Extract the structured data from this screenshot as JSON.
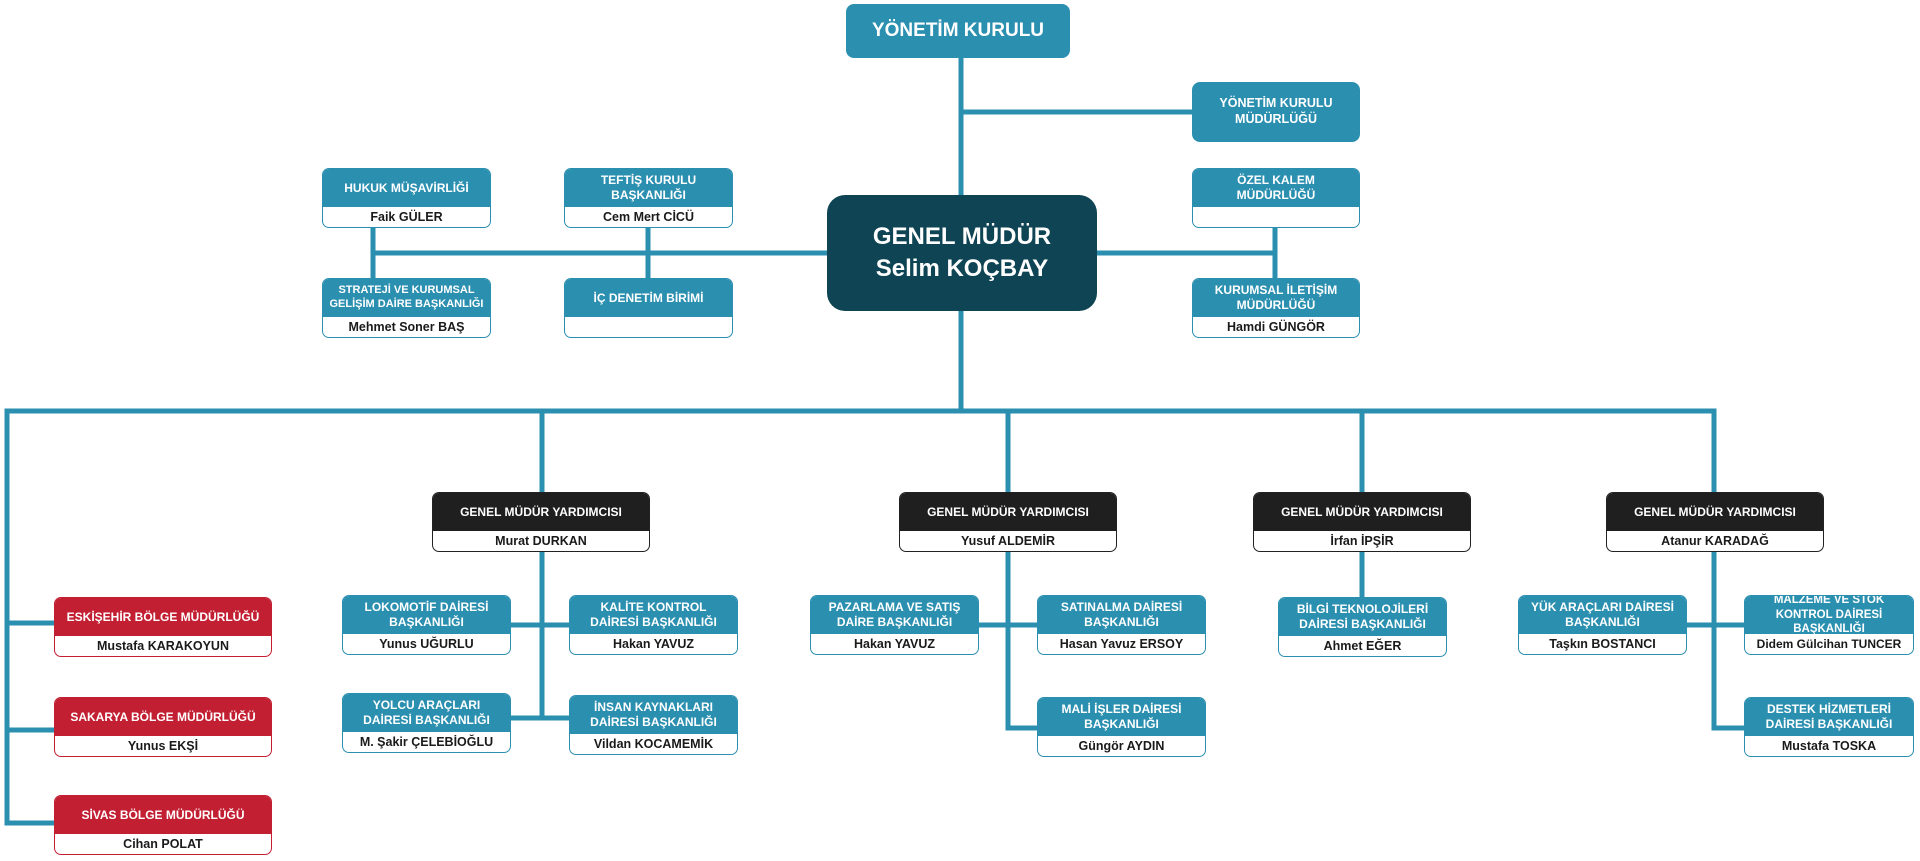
{
  "board": "YÖNETİM KURULU",
  "board_office": "YÖNETİM KURULU MÜDÜRLÜĞÜ",
  "gm": {
    "title": "GENEL MÜDÜR",
    "name": "Selim KOÇBAY"
  },
  "advisory": [
    {
      "title": "HUKUK MÜŞAVİRLİĞİ",
      "name": "Faik GÜLER"
    },
    {
      "title": "TEFTİŞ KURULU BAŞKANLIĞI",
      "name": "Cem Mert CİCÜ"
    },
    {
      "title": "STRATEJİ VE KURUMSAL GELİŞİM DAİRE BAŞKANLIĞI",
      "name": "Mehmet Soner BAŞ"
    },
    {
      "title": "İÇ DENETİM BİRİMİ",
      "name": ""
    },
    {
      "title": "ÖZEL KALEM MÜDÜRLÜĞÜ",
      "name": ""
    },
    {
      "title": "KURUMSAL İLETİŞİM MÜDÜRLÜĞÜ",
      "name": "Hamdi GÜNGÖR"
    }
  ],
  "regions": [
    {
      "title": "ESKİŞEHİR BÖLGE MÜDÜRLÜĞÜ",
      "name": "Mustafa KARAKOYUN"
    },
    {
      "title": "SAKARYA BÖLGE MÜDÜRLÜĞÜ",
      "name": "Yunus EKŞİ"
    },
    {
      "title": "SİVAS BÖLGE MÜDÜRLÜĞÜ",
      "name": "Cihan POLAT"
    }
  ],
  "deputies": [
    {
      "title": "GENEL MÜDÜR YARDIMCISI",
      "name": "Murat DURKAN"
    },
    {
      "title": "GENEL MÜDÜR YARDIMCISI",
      "name": "Yusuf ALDEMİR"
    },
    {
      "title": "GENEL MÜDÜR YARDIMCISI",
      "name": "İrfan İPŞİR"
    },
    {
      "title": "GENEL MÜDÜR YARDIMCISI",
      "name": "Atanur KARADAĞ"
    }
  ],
  "units": [
    {
      "title": "LOKOMOTİF DAİRESİ BAŞKANLIĞI",
      "name": "Yunus UĞURLU"
    },
    {
      "title": "KALİTE KONTROL DAİRESİ BAŞKANLIĞI",
      "name": "Hakan YAVUZ"
    },
    {
      "title": "YOLCU ARAÇLARI DAİRESİ BAŞKANLIĞI",
      "name": "M. Şakir ÇELEBİOĞLU"
    },
    {
      "title": "İNSAN KAYNAKLARI DAİRESİ BAŞKANLIĞI",
      "name": "Vildan KOCAMEMİK"
    },
    {
      "title": "PAZARLAMA VE SATIŞ DAİRE BAŞKANLIĞI",
      "name": "Hakan YAVUZ"
    },
    {
      "title": "SATINALMA DAİRESİ BAŞKANLIĞI",
      "name": "Hasan Yavuz ERSOY"
    },
    {
      "title": "MALİ İŞLER DAİRESİ BAŞKANLIĞI",
      "name": "Güngör AYDIN"
    },
    {
      "title": "BİLGİ TEKNOLOJİLERİ DAİRESİ BAŞKANLIĞI",
      "name": "Ahmet EĞER"
    },
    {
      "title": "YÜK ARAÇLARI DAİRESİ BAŞKANLIĞI",
      "name": "Taşkın BOSTANCI"
    },
    {
      "title": "MALZEME VE STOK KONTROL DAİRESİ BAŞKANLIĞI",
      "name": "Didem Gülcihan TUNCER"
    },
    {
      "title": "DESTEK HİZMETLERİ DAİRESİ BAŞKANLIĞI",
      "name": "Mustafa TOSKA"
    }
  ],
  "colors": {
    "line": "#2b8fb0",
    "unit": "#2b8fb0",
    "gm": "#0e4453",
    "deputy": "#1f1f1f",
    "region": "#c31f32"
  }
}
